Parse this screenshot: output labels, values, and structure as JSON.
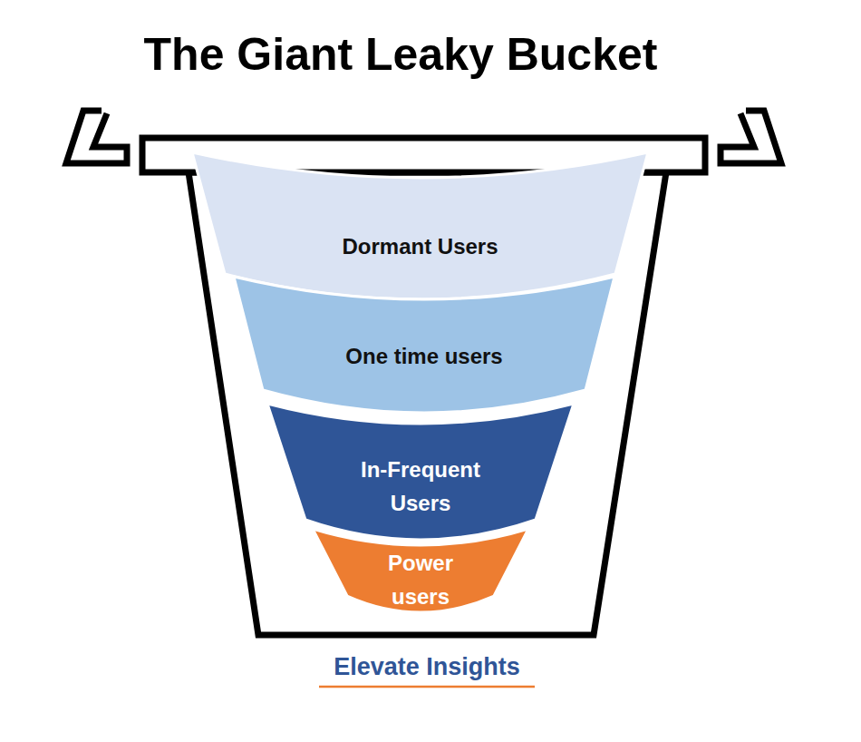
{
  "diagram": {
    "title": "The Giant Leaky Bucket",
    "nodes": [
      {
        "text": [
          "Dormant Users"
        ]
      },
      {
        "text": [
          "One time users"
        ]
      },
      {
        "text": [
          "In-Frequent Users"
        ]
      },
      {
        "text": [
          "Power users"
        ]
      }
    ],
    "labels": [
      "Elevate Insights"
    ]
  }
}
